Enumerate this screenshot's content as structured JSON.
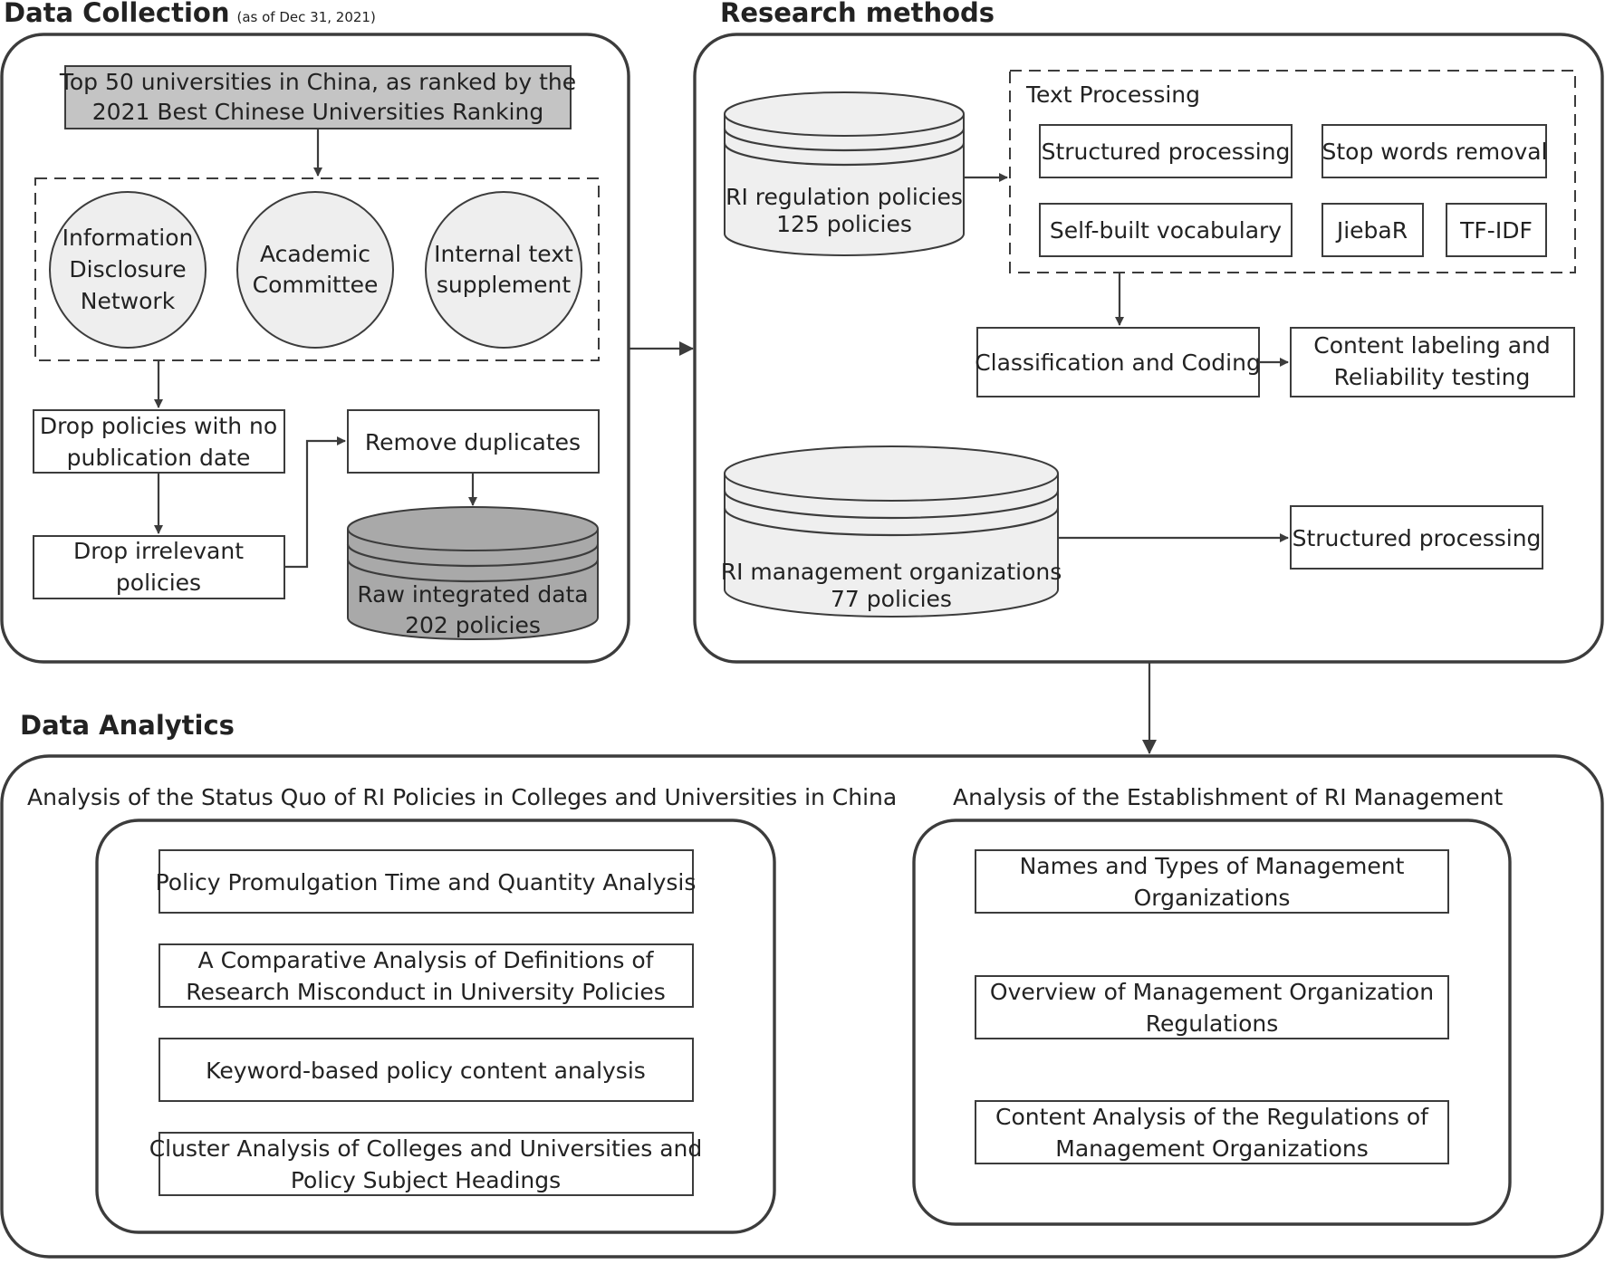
{
  "sections": {
    "data_collection": {
      "title": "Data Collection",
      "note": "(as of Dec 31, 2021)",
      "source_box": [
        "Top 50 universities in China, as ranked by the",
        "2021 Best Chinese Universities Ranking"
      ],
      "sources": [
        [
          "Information",
          "Disclosure",
          "Network"
        ],
        [
          "Academic",
          "Committee"
        ],
        [
          "Internal text",
          "supplement"
        ]
      ],
      "steps": {
        "drop_no_date": [
          "Drop policies with no",
          "publication date"
        ],
        "drop_irrelevant": [
          "Drop irrelevant",
          "policies"
        ],
        "remove_duplicates": "Remove duplicates"
      },
      "raw_data": [
        "Raw integrated data",
        "202 policies"
      ]
    },
    "research_methods": {
      "title": "Research methods",
      "regulation_db": [
        "RI regulation policies",
        "125 policies"
      ],
      "text_processing": {
        "title": "Text Processing",
        "items": [
          "Structured processing",
          "Stop words removal",
          "Self-built vocabulary",
          "JiebaR",
          "TF-IDF"
        ]
      },
      "classification": "Classification and Coding",
      "labeling": [
        "Content labeling and",
        "Reliability testing"
      ],
      "management_db": [
        "RI management organizations",
        "77 policies"
      ],
      "structured_processing": "Structured processing"
    },
    "data_analytics": {
      "title": "Data Analytics",
      "left_title": "Analysis of the Status Quo of RI Policies in Colleges and Universities in China",
      "left_items": [
        [
          "Policy Promulgation Time and Quantity Analysis"
        ],
        [
          "A Comparative Analysis of Definitions of",
          "Research Misconduct in University Policies"
        ],
        [
          "Keyword-based policy content analysis"
        ],
        [
          "Cluster Analysis of Colleges and Universities and",
          "Policy Subject Headings"
        ]
      ],
      "right_title": "Analysis of the Establishment of RI Management",
      "right_items": [
        [
          "Names and Types of Management",
          "Organizations"
        ],
        [
          "Overview of Management Organization",
          "Regulations"
        ],
        [
          "Content Analysis of the Regulations of",
          "Management Organizations"
        ]
      ]
    }
  }
}
